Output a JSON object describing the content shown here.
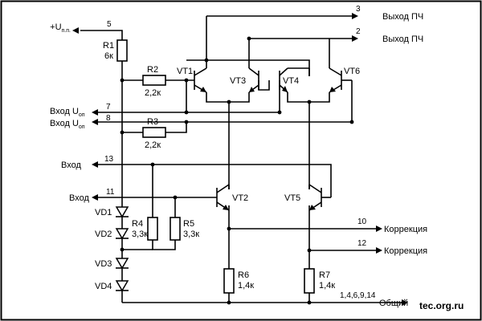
{
  "supply": {
    "label": "+U",
    "sub": "п.п."
  },
  "pins": {
    "p5": "5",
    "p3": "3",
    "p2": "2",
    "p7": "7",
    "p8": "8",
    "p13": "13",
    "p11": "11",
    "p10": "10",
    "p12": "12",
    "common": "1,4,6,9,14"
  },
  "outputs": {
    "out1": "Выход ПЧ",
    "out2": "Выход ПЧ"
  },
  "inputs": {
    "vin1": {
      "label": "Вход  U",
      "sub": "оп"
    },
    "vin2": {
      "label": "Вход  U",
      "sub": "оп"
    },
    "in13": "Вход",
    "in11": "Вход"
  },
  "corrections": {
    "c10": "Коррекция",
    "c12": "Коррекция"
  },
  "common_label": "Общий",
  "resistors": [
    {
      "name": "R1",
      "value": "6к"
    },
    {
      "name": "R2",
      "value": "2,2к"
    },
    {
      "name": "R3",
      "value": "2,2к"
    },
    {
      "name": "R4",
      "value": "3,3к"
    },
    {
      "name": "R5",
      "value": "3,3к"
    },
    {
      "name": "R6",
      "value": "1,4к"
    },
    {
      "name": "R7",
      "value": "1,4к"
    }
  ],
  "transistors": [
    "VT1",
    "VT2",
    "VT3",
    "VT4",
    "VT5",
    "VT6"
  ],
  "diodes": [
    "VD1",
    "VD2",
    "VD3",
    "VD4"
  ],
  "watermark": "tec.org.ru"
}
